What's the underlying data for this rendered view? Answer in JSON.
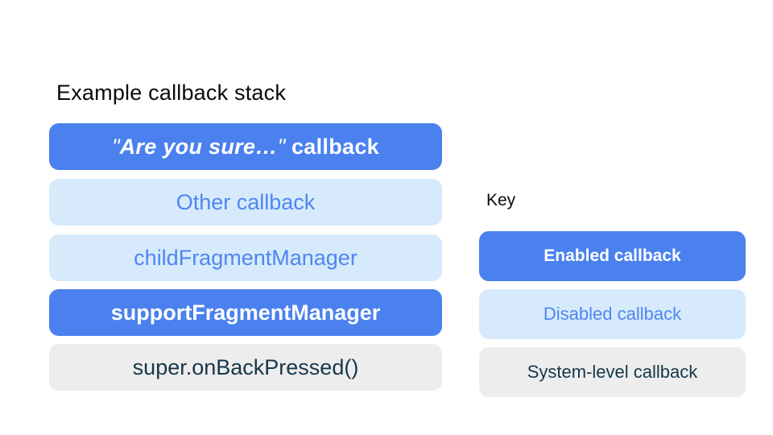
{
  "page": {
    "background": "#FFFFFF"
  },
  "stack": {
    "title": "Example callback stack",
    "items": [
      {
        "quote_open": "\"",
        "emphasis": "Are you sure…",
        "quote_close": "\"",
        "suffix": " callback",
        "type": "enabled"
      },
      {
        "label": "Other callback",
        "type": "disabled"
      },
      {
        "label": "childFragmentManager",
        "type": "disabled"
      },
      {
        "label": "supportFragmentManager",
        "type": "enabled"
      },
      {
        "label": "super.onBackPressed()",
        "type": "system"
      }
    ]
  },
  "key": {
    "title": "Key",
    "items": [
      {
        "label": "Enabled callback",
        "type": "enabled"
      },
      {
        "label": "Disabled callback",
        "type": "disabled"
      },
      {
        "label": "System-level callback",
        "type": "system"
      }
    ]
  },
  "colors": {
    "enabled_bg": "#4A81EE",
    "enabled_text": "#FFFFFF",
    "disabled_bg": "#D6EAFB",
    "disabled_text": "#4F86F0",
    "system_bg": "#EDEDED",
    "system_text": "#17374A",
    "title_text": "#0A0A0A"
  }
}
